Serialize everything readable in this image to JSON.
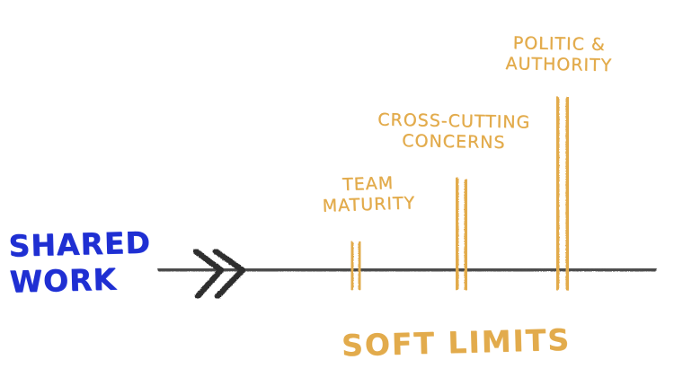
{
  "title": "SHARED WORK",
  "limits": {
    "team_maturity": "TEAM\nMATURITY",
    "cross_cutting": "CROSS-CUTTING\nCONCERNS",
    "politic_authority": "POLITIC &\nAUTHORITY"
  },
  "caption": "SOFT LIMITS",
  "colors": {
    "title": "#1f2fd2",
    "line": "#3a3a3a",
    "limit": "#e2ab4c"
  }
}
